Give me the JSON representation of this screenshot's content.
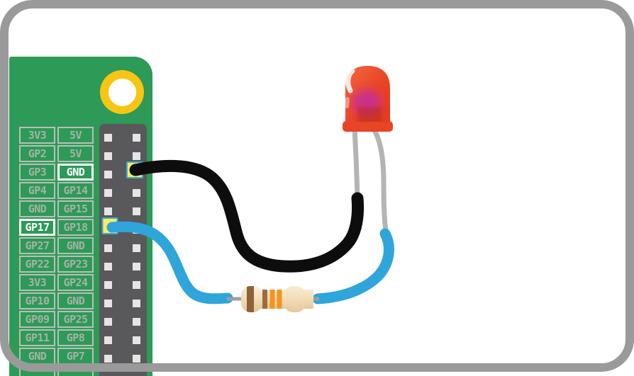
{
  "diagram": {
    "subject": "raspberry-pi-gpio-led-wiring",
    "board_rows": 13,
    "header_columns": 2
  },
  "board": {
    "rows": [
      {
        "left": "3V3",
        "left_hl": false,
        "right": "5V",
        "right_hl": false
      },
      {
        "left": "GP2",
        "left_hl": false,
        "right": "5V",
        "right_hl": false
      },
      {
        "left": "GP3",
        "left_hl": false,
        "right": "GND",
        "right_hl": true
      },
      {
        "left": "GP4",
        "left_hl": false,
        "right": "GP14",
        "right_hl": false
      },
      {
        "left": "GND",
        "left_hl": false,
        "right": "GP15",
        "right_hl": false
      },
      {
        "left": "GP17",
        "left_hl": true,
        "right": "GP18",
        "right_hl": false
      },
      {
        "left": "GP27",
        "left_hl": false,
        "right": "GND",
        "right_hl": false
      },
      {
        "left": "GP22",
        "left_hl": false,
        "right": "GP23",
        "right_hl": false
      },
      {
        "left": "3V3",
        "left_hl": false,
        "right": "GP24",
        "right_hl": false
      },
      {
        "left": "GP10",
        "left_hl": false,
        "right": "GND",
        "right_hl": false
      },
      {
        "left": "GP09",
        "left_hl": false,
        "right": "GP25",
        "right_hl": false
      },
      {
        "left": "GP11",
        "left_hl": false,
        "right": "GP8",
        "right_hl": false
      },
      {
        "left": "GND",
        "left_hl": false,
        "right": "GP7",
        "right_hl": false
      },
      {
        "left": "",
        "left_hl": false,
        "right": "",
        "right_hl": false
      }
    ]
  },
  "header": {
    "pin_rows": 13
  },
  "connections": {
    "gnd": {
      "label": "GND",
      "row": 3,
      "column": "right",
      "wire": "black"
    },
    "gp17": {
      "label": "GP17",
      "row": 6,
      "column": "left",
      "wire": "blue"
    }
  },
  "components": {
    "led": {
      "name": "red-led",
      "dome_light": "#f3683f",
      "dome_mid": "#ea4526",
      "dome_dark": "#e23a1e",
      "flange": "#e84426",
      "glow": "#c32ba4",
      "die": "#b32b12",
      "highlight": "#ffffff",
      "highlight_pink": "#f6a28f"
    },
    "resistor": {
      "name": "resistor",
      "body_light": "#f8ecd4",
      "body_mid": "#f1dcb6",
      "body_dark": "#e5c99e",
      "bands": [
        "#8f6136",
        "#a06c38",
        "#f7941d",
        "#f7941d"
      ],
      "lead_gray": "#9e9e9e"
    }
  },
  "colors": {
    "page_bg": "#ffffff",
    "frame_gray": "#9a9a9a",
    "board_green": "#2d9a57",
    "header_gray": "#59595b",
    "label_border": "#b9bfb9",
    "label_text": "#a7b1a7",
    "hl_border": "#ffffff",
    "hl_text": "#ffffff",
    "pin_color": "#e5e5e5",
    "pin_active_fill": "#f7ee58",
    "pin_active_stroke": "#3fa9dc",
    "hole_gold": "#f9c513",
    "hole_inner": "#ffffff",
    "wire_black": "#0d0d0d",
    "wire_blue": "#2fa5dc",
    "leg_gray": "#b4b4b4"
  }
}
